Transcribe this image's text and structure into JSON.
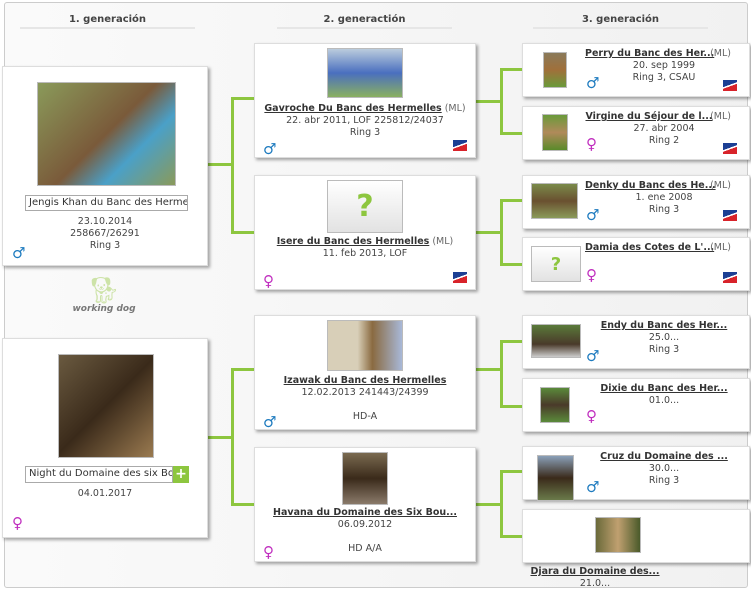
{
  "headers": [
    "1. generación",
    "2. generactión",
    "3. generación"
  ],
  "logo": "working dog",
  "colors": {
    "connector": "#8dc63f",
    "male": "#1e7bbf",
    "female": "#c02fbf"
  },
  "gen1": [
    {
      "name": "Jengis Khan du Banc des Hermelles",
      "lines": [
        "23.10.2014",
        "258667/26291",
        "Ring 3"
      ],
      "sex": "♂"
    },
    {
      "name": "Night du Domaine des six Bour",
      "lines": [
        "04.01.2017"
      ],
      "sex": "♀",
      "add": "+"
    }
  ],
  "gen2": [
    {
      "name": "Gavroche Du Banc des Hermelles",
      "tag": "(ML)",
      "lines": [
        "22. abr 2011, LOF 225812/24037",
        "Ring 3"
      ],
      "sex": "♂"
    },
    {
      "name": "Isere du Banc des Hermelles",
      "tag": "(ML)",
      "lines": [
        "11. feb 2013, LOF"
      ],
      "sex": "♀"
    },
    {
      "name": "Izawak du Banc des Hermelles",
      "lines": [
        "12.02.2013  241443/24399",
        "HD-A"
      ],
      "sex": "♂"
    },
    {
      "name": "Havana du Domaine des Six Bou...",
      "lines": [
        "06.09.2012",
        "HD A/A"
      ],
      "sex": "♀"
    }
  ],
  "gen3": [
    {
      "name": "Perry du Banc des Her...",
      "tag": "(ML)",
      "lines": [
        "20. sep 1999",
        "Ring 3, CSAU"
      ],
      "sex": "♂"
    },
    {
      "name": "Virgine du Séjour de l...",
      "tag": "(ML)",
      "lines": [
        "27. abr 2004",
        "Ring 2"
      ],
      "sex": "♀"
    },
    {
      "name": "Denky du Banc des He...",
      "tag": "(ML)",
      "lines": [
        "1. ene 2008",
        "Ring 3"
      ],
      "sex": "♂"
    },
    {
      "name": "Damia des Cotes de L'...",
      "tag": "(ML)",
      "lines": [],
      "sex": "♀"
    },
    {
      "name": "Endy du Banc des Her...",
      "lines": [
        "25.0...",
        "Ring 3"
      ],
      "sex": "♂"
    },
    {
      "name": "Dixie du Banc des Her...",
      "lines": [
        "01.0..."
      ],
      "sex": "♀"
    },
    {
      "name": "Cruz du Domaine des ...",
      "lines": [
        "30.0...",
        "Ring 3"
      ],
      "sex": "♂"
    },
    {
      "name": "Djara du Domaine des...",
      "lines": [
        "21.0..."
      ]
    }
  ]
}
